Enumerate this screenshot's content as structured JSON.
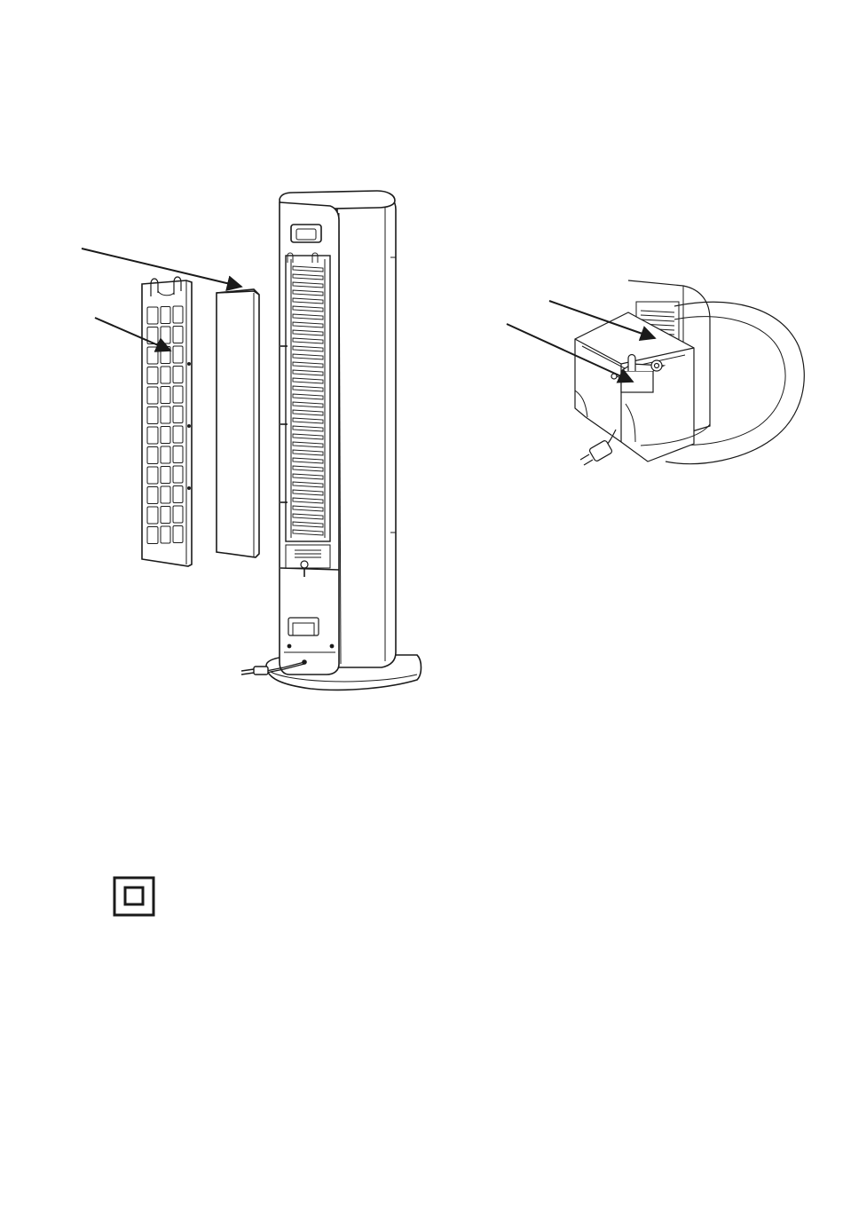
{
  "figure": {
    "parts": [
      "tower-fan-body",
      "filter-frame",
      "filter-pad",
      "water-tank-detail",
      "power-plug"
    ],
    "arrows": {
      "left_top": "points-to-filter-pad",
      "left_bottom": "points-to-filter-frame",
      "right_top": "points-to-water-level-window",
      "right_bottom": "points-to-pump"
    }
  },
  "symbols": {
    "class_ii": "double-square-icon"
  },
  "colors": {
    "line": "#1a1a1a",
    "background": "#ffffff"
  }
}
